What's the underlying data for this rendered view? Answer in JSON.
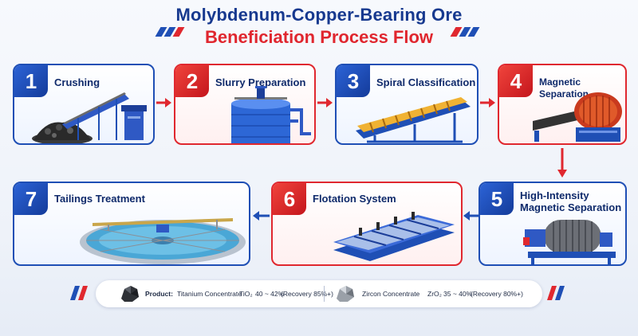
{
  "title": {
    "line1": "Molybdenum-Copper-Bearing Ore",
    "line2": "Beneficiation Process Flow"
  },
  "colors": {
    "blue": "#1f4fb5",
    "red": "#e0282f",
    "title_blue": "#17398f"
  },
  "steps": [
    {
      "number": "1",
      "label": "Crushing",
      "theme": "blue",
      "icon": "crusher-conveyor-icon"
    },
    {
      "number": "2",
      "label": "Slurry Preparation",
      "theme": "red",
      "icon": "slurry-tank-icon"
    },
    {
      "number": "3",
      "label": "Spiral Classification",
      "theme": "blue",
      "icon": "spiral-classifier-icon"
    },
    {
      "number": "4",
      "label": "Magnetic Separation",
      "theme": "red",
      "icon": "magnetic-separator-icon"
    },
    {
      "number": "5",
      "label_line1": "High-Intensity",
      "label_line2": "Magnetic Separation",
      "theme": "blue",
      "icon": "high-intensity-separator-icon"
    },
    {
      "number": "6",
      "label": "Flotation System",
      "theme": "red",
      "icon": "flotation-cells-icon"
    },
    {
      "number": "7",
      "label": "Tailings Treatment",
      "theme": "blue",
      "icon": "thickener-tank-icon"
    }
  ],
  "footer": {
    "product_label": "Product:",
    "product1_name": "Titanium Concentrate",
    "product1_formula": "TiO₂",
    "product1_grade": "40 ~ 42%",
    "product1_recovery": "(Recovery 85%+)",
    "product2_name": "Zircon Concentrate",
    "product2_formula": "ZrO₂",
    "product2_grade": "35 ~ 40%",
    "product2_recovery": "(Recovery 80%+)"
  }
}
